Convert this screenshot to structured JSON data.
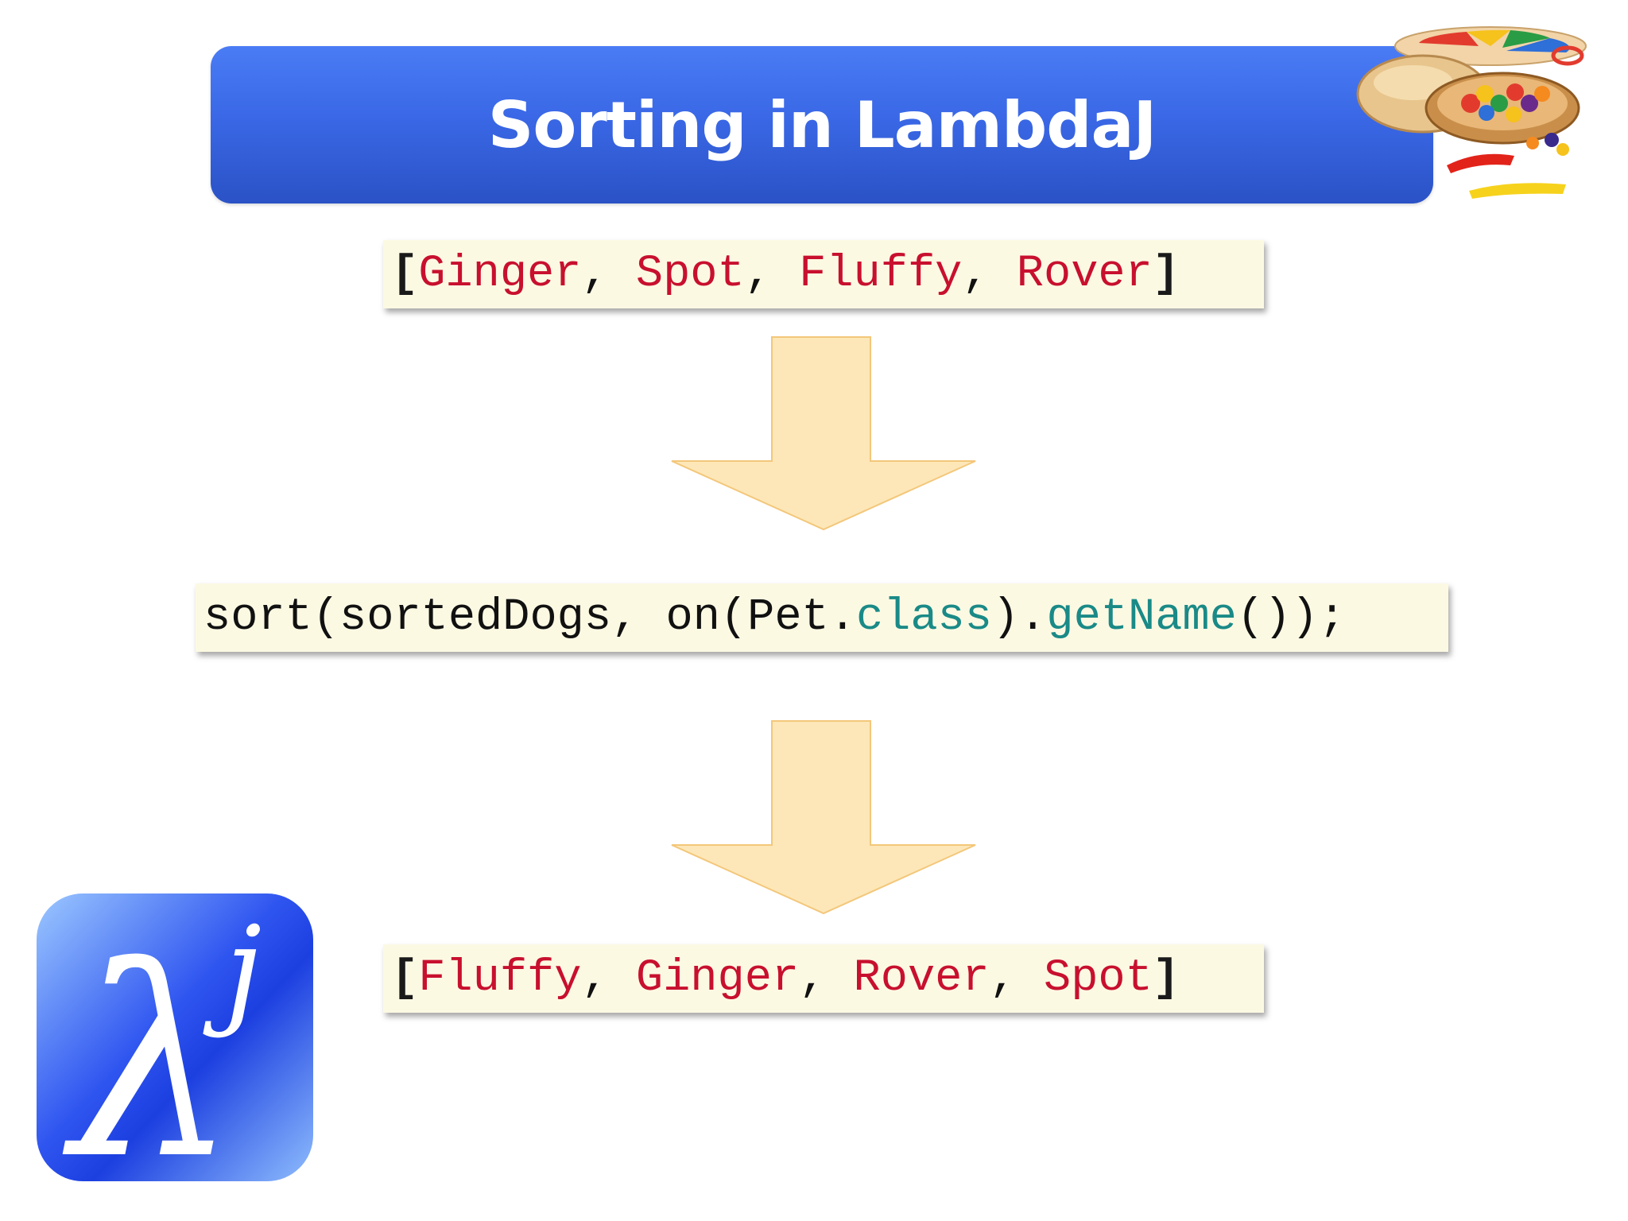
{
  "slide": {
    "title": "Sorting in LambdaJ"
  },
  "input_list": {
    "open": "[",
    "items": [
      "Ginger",
      "Spot",
      "Fluffy",
      "Rover"
    ],
    "separator": ", ",
    "close": "]"
  },
  "code": {
    "part1": "sort(sortedDogs, on(Pet.",
    "class_kw": "class",
    "part2": ").",
    "method": "getName",
    "part3": "());"
  },
  "output_list": {
    "open": "[",
    "items": [
      "Fluffy",
      "Ginger",
      "Rover",
      "Spot"
    ],
    "separator": ", ",
    "close": "]"
  },
  "logo": {
    "symbol": "λ",
    "superscript": "j"
  },
  "colors": {
    "title_bar": "#3a68e6",
    "code_bg": "#fcf9e3",
    "string_red": "#c8102e",
    "keyword_teal": "#1a8a87",
    "arrow_fill": "#fde7b8",
    "arrow_stroke": "#f3c77a"
  },
  "icons": {
    "food_graphic": "food-plate-icon",
    "logo": "lambdaj-logo-icon"
  }
}
